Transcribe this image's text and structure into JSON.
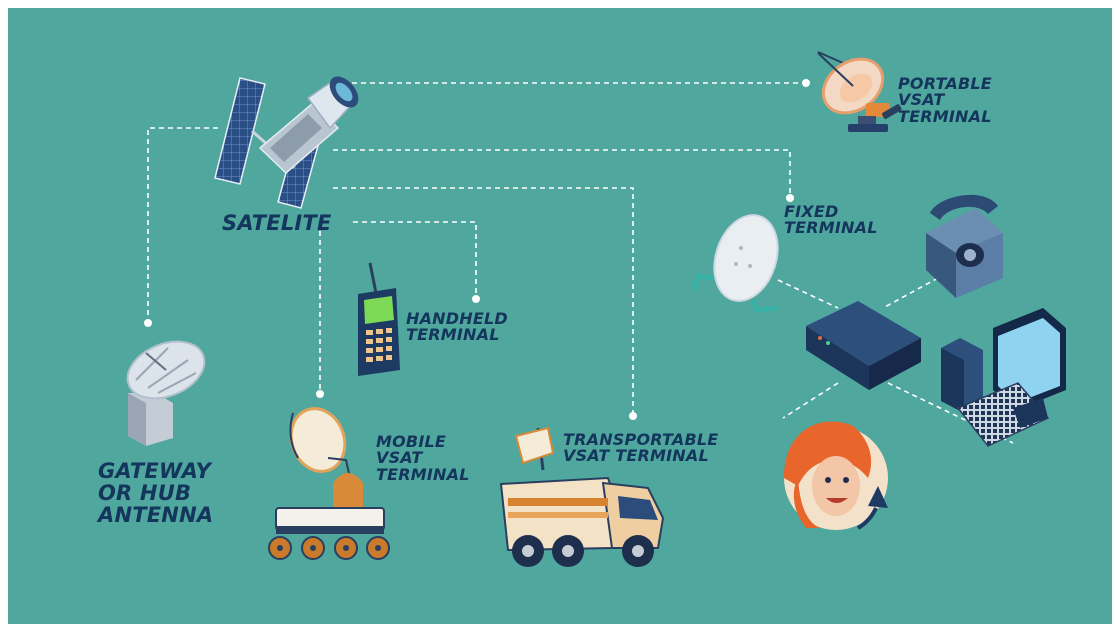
{
  "labels": {
    "satellite": [
      "SATELITE"
    ],
    "portable": [
      "PORTABLE",
      "VSAT",
      "TERMINAL"
    ],
    "fixed": [
      "FIXED",
      "TERMINAL"
    ],
    "handheld": [
      "HANDHELD",
      "TERMINAL"
    ],
    "mobile": [
      "MOBILE",
      "VSAT",
      "TERMINAL"
    ],
    "transportable": [
      "TRANSPORTABLE",
      "VSAT TERMINAL"
    ],
    "gateway": [
      "GATEWAY",
      "OR HUB",
      "ANTENNA"
    ]
  },
  "colors": {
    "background": "#4fa79e",
    "label_text": "#14355c",
    "connector": "#ffffff"
  },
  "icons": [
    "satellite-icon",
    "portable-dish-icon",
    "fixed-dish-icon",
    "handheld-phone-icon",
    "mobile-rover-icon",
    "transportable-truck-icon",
    "gateway-antenna-icon",
    "telephone-icon",
    "modem-icon",
    "computer-icon",
    "operator-avatar-icon"
  ]
}
